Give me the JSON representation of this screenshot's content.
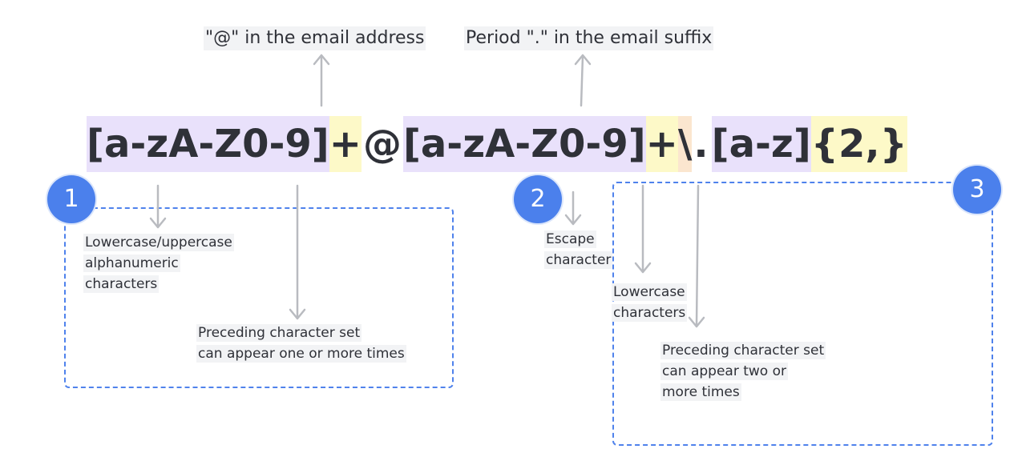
{
  "top_labels": {
    "at_sign": "\"@\" in the email address",
    "period": "Period \".\" in the email suffix"
  },
  "regex": {
    "seg1": "[a-zA-Z0-9]",
    "seg2": "+",
    "seg3": "@",
    "seg4": "[a-zA-Z0-9]",
    "seg5": "+",
    "seg6": "\\",
    "seg7": ".",
    "seg8": "[a-z]",
    "seg9": "{2,}"
  },
  "callouts": {
    "n1": "1",
    "n2": "2",
    "n3": "3"
  },
  "labels": {
    "alnum_line1": "Lowercase/uppercase",
    "alnum_line2": "alphanumeric",
    "alnum_line3": "characters",
    "one_more_line1": "Preceding character set",
    "one_more_line2": "can appear one or more times",
    "escape_line1": "Escape",
    "escape_line2": "character",
    "lower_line1": "Lowercase",
    "lower_line2": "characters",
    "two_more_line1": "Preceding character set",
    "two_more_line2": "can appear two or",
    "two_more_line3": "more times"
  },
  "colors": {
    "char_class_bg": "#e9e1fb",
    "quantifier_bg": "#fdf9c8",
    "escape_bg": "#fbe6cf",
    "callout_blue": "#4b80ec",
    "arrow_gray": "#b9bbc0"
  }
}
